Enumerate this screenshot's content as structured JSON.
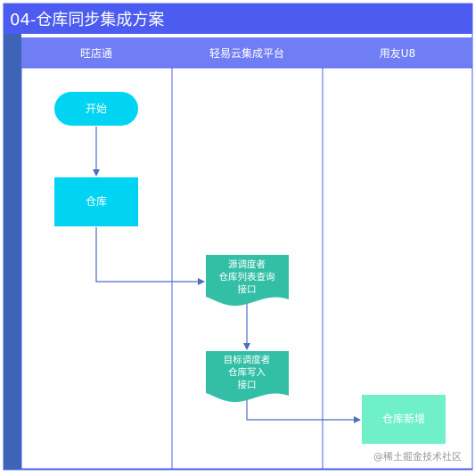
{
  "title": "04-仓库同步集成方案",
  "lanes": [
    "旺店通",
    "轻易云集成平台",
    "用友U8"
  ],
  "nodes": {
    "start": "开始",
    "warehouse": "仓库",
    "source_doc": [
      "源调度者",
      "仓库列表查询",
      "接口"
    ],
    "target_doc": [
      "目标调度者",
      "仓库写入",
      "接口"
    ],
    "new_warehouse": "仓库新增"
  },
  "watermark": "@稀土掘金技术社区",
  "colors": {
    "title_bar": "#4c5cf0",
    "lane_header": "#6f7ef5",
    "left_stripe": "#3d64b6",
    "start_and_warehouse": "#00d4f3",
    "documents": "#33bfa6",
    "new_warehouse": "#70f0c9",
    "connector": "#4a6fbf",
    "lane_border": "#4c5cf0"
  }
}
